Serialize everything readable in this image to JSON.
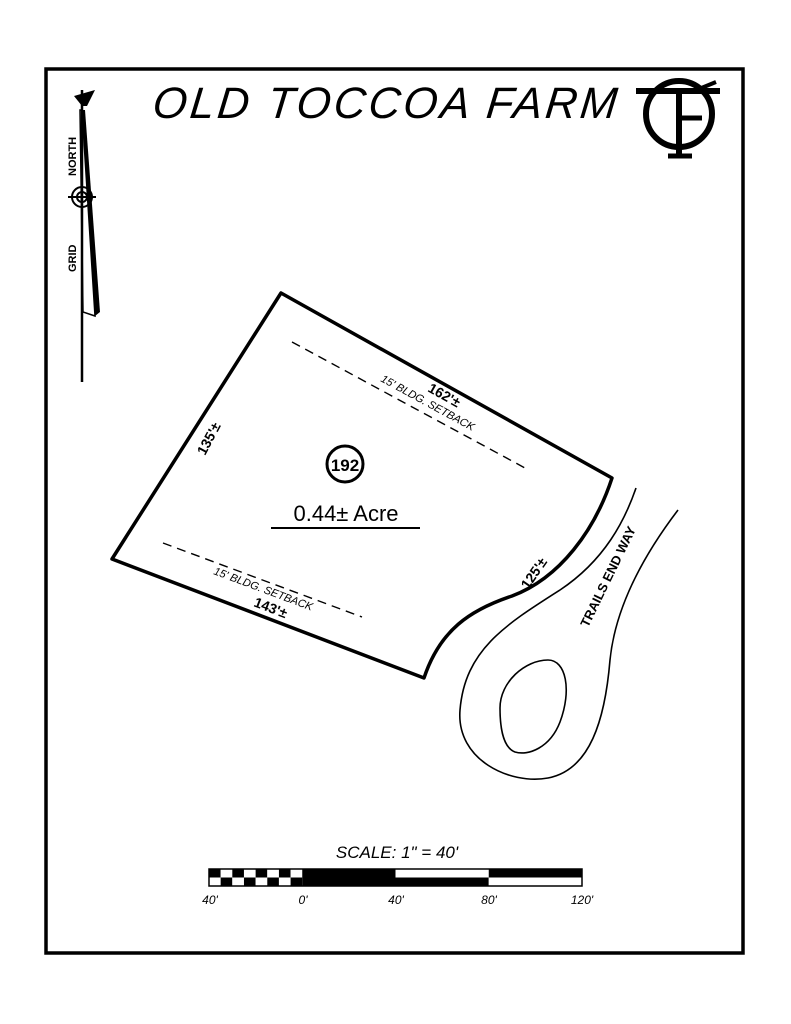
{
  "title": "OLD TOCCOA FARM",
  "logo": {
    "name": "otf-monogram-logo",
    "letters": "OTF"
  },
  "north_arrow": {
    "north_label": "NORTH",
    "grid_label": "GRID"
  },
  "lot": {
    "number": "192",
    "area": "0.44± Acre",
    "dimensions": {
      "top": "162'±",
      "left": "135'±",
      "bottom": "143'±",
      "right": "125'±"
    },
    "setbacks": {
      "top": "15' BLDG. SETBACK",
      "bottom": "15' BLDG. SETBACK"
    }
  },
  "road": {
    "name": "TRAILS END WAY"
  },
  "scale": {
    "label": "SCALE:  1\"  =  40'",
    "ticks": [
      "40'",
      "0'",
      "40'",
      "80'",
      "120'"
    ]
  }
}
